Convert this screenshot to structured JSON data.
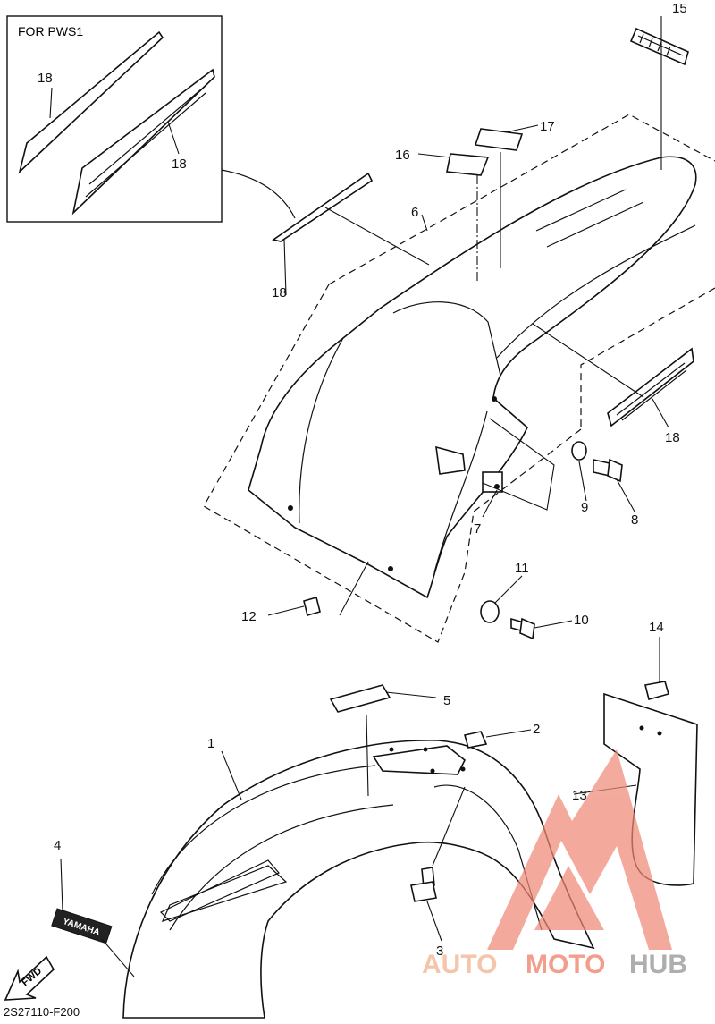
{
  "inset": {
    "title": "FOR PWS1"
  },
  "callouts": {
    "c1": "1",
    "c2": "2",
    "c3": "3",
    "c4": "4",
    "c5": "5",
    "c6": "6",
    "c7": "7",
    "c8": "8",
    "c9": "9",
    "c10": "10",
    "c11": "11",
    "c12": "12",
    "c13": "13",
    "c14": "14",
    "c15": "15",
    "c16": "16",
    "c17": "17",
    "c18a": "18",
    "c18b": "18",
    "c18c": "18",
    "c18d": "18"
  },
  "decals": {
    "yamaha_text": "YAMAHA",
    "fwd_text": "FWD"
  },
  "footer": {
    "diagram_code": "2S27110-F200"
  },
  "watermark": {
    "auto": "AUTO",
    "moto": "MOTO",
    "hub": "HUB"
  },
  "colors": {
    "line": "#111111",
    "watermark_red": "#e8553f",
    "watermark_grey": "#9a9a9a"
  }
}
